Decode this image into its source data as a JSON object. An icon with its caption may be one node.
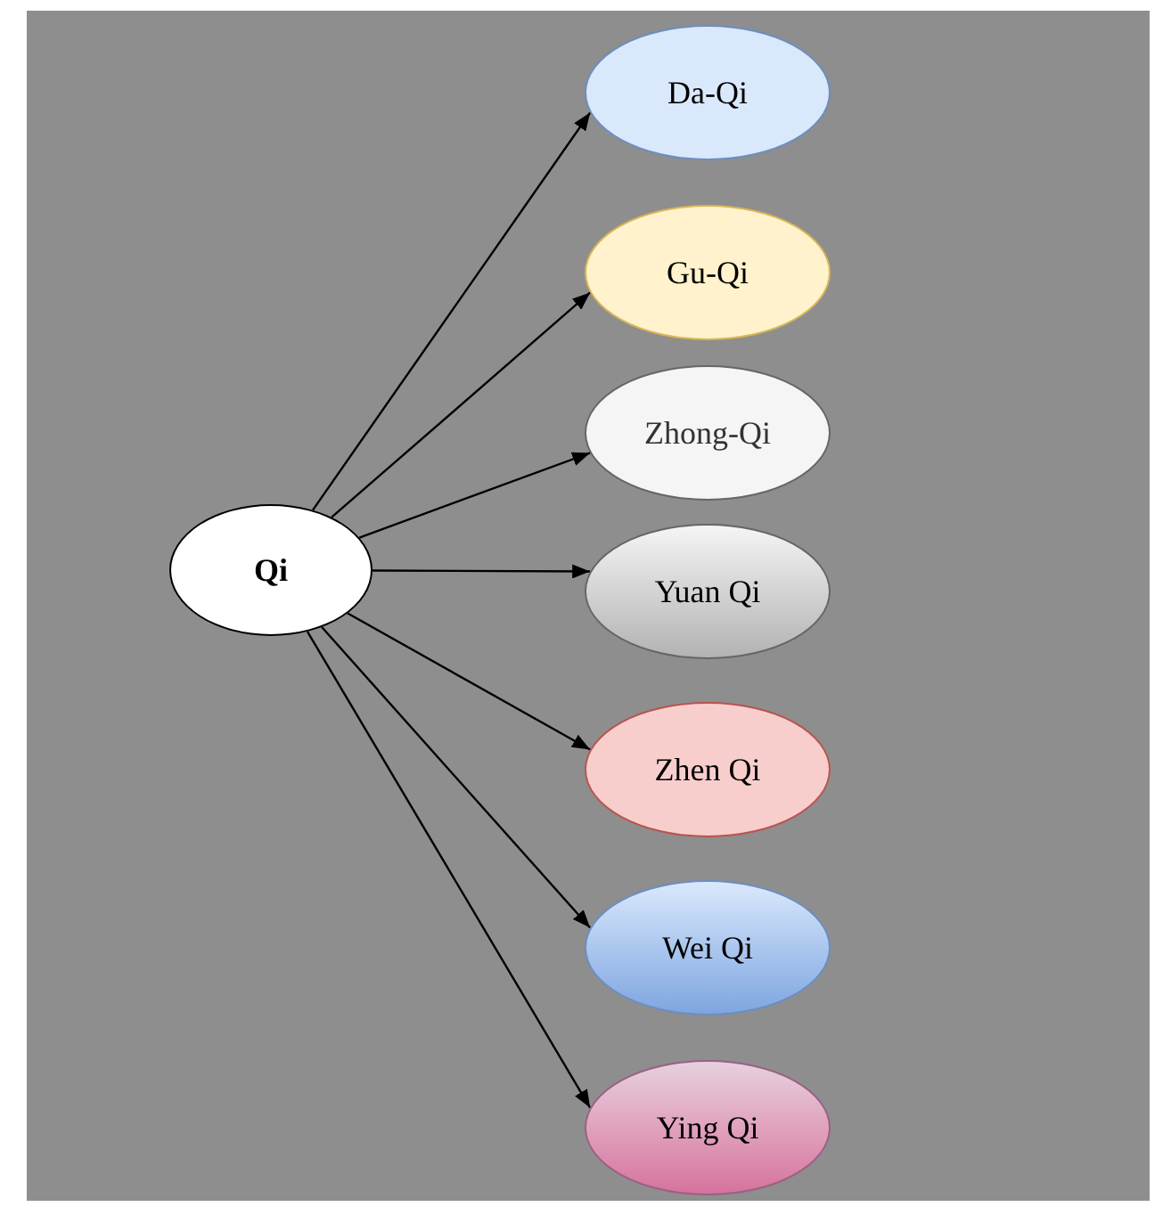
{
  "diagram": {
    "nodes": [
      {
        "text": [
          "Qi"
        ]
      },
      {
        "text": [
          "Da-Qi"
        ]
      },
      {
        "text": [
          "Gu-Qi"
        ]
      },
      {
        "text": [
          "Zhong-Qi"
        ]
      },
      {
        "text": [
          "Yuan Qi"
        ]
      },
      {
        "text": [
          "Zhen Qi"
        ]
      },
      {
        "text": [
          "Wei Qi"
        ]
      },
      {
        "text": [
          "Ying Qi"
        ]
      }
    ],
    "edges": [
      {
        "from": 0,
        "to": 1,
        "arrow": "to"
      },
      {
        "from": 0,
        "to": 2,
        "arrow": "to"
      },
      {
        "from": 0,
        "to": 3,
        "arrow": "to"
      },
      {
        "from": 0,
        "to": 4,
        "arrow": "to"
      },
      {
        "from": 0,
        "to": 5,
        "arrow": "to"
      },
      {
        "from": 0,
        "to": 6,
        "arrow": "to"
      },
      {
        "from": 0,
        "to": 7,
        "arrow": "to"
      }
    ]
  }
}
